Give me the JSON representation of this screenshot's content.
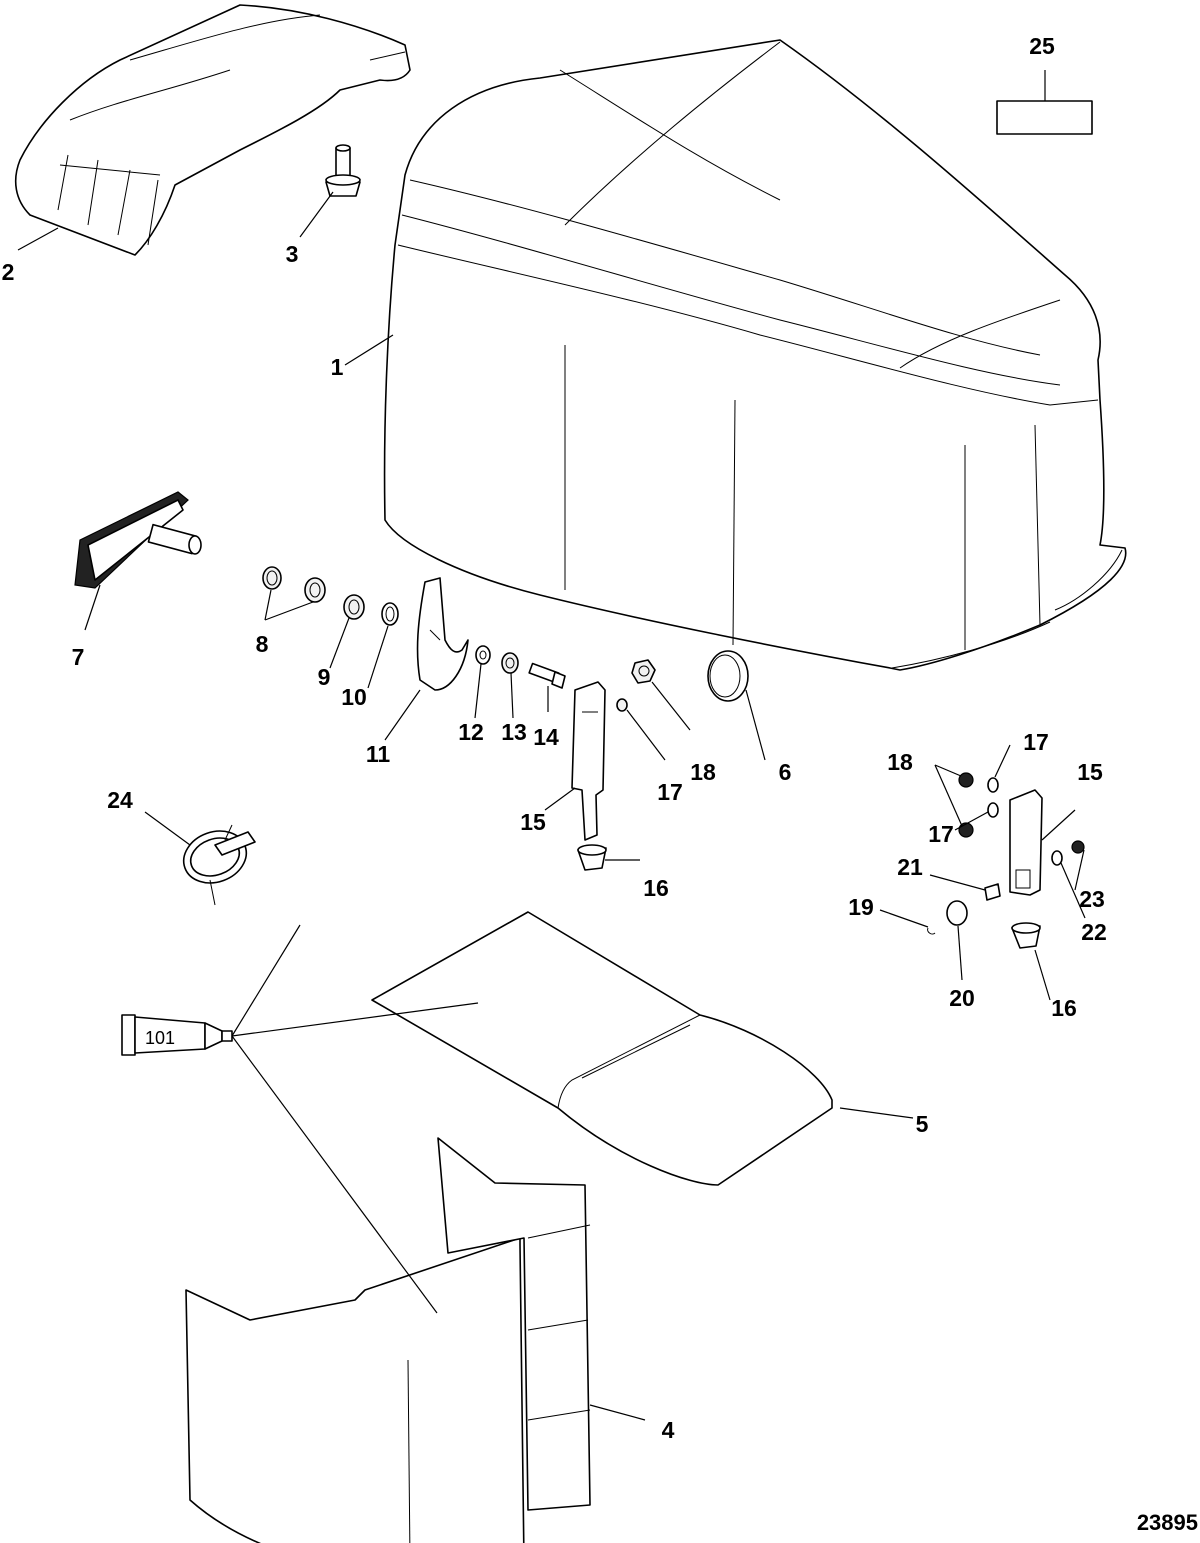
{
  "drawing_id": "23895",
  "tube_label": "101",
  "callouts": {
    "c1": "1",
    "c2": "2",
    "c3": "3",
    "c4": "4",
    "c5": "5",
    "c6": "6",
    "c7": "7",
    "c8": "8",
    "c9": "9",
    "c10": "10",
    "c11": "11",
    "c12": "12",
    "c13": "13",
    "c14": "14",
    "c15a": "15",
    "c15b": "15",
    "c16a": "16",
    "c16b": "16",
    "c17a": "17",
    "c17b": "17",
    "c17c": "17",
    "c18a": "18",
    "c18b": "18",
    "c19": "19",
    "c20": "20",
    "c21": "21",
    "c22": "22",
    "c23": "23",
    "c24": "24",
    "c25": "25"
  }
}
